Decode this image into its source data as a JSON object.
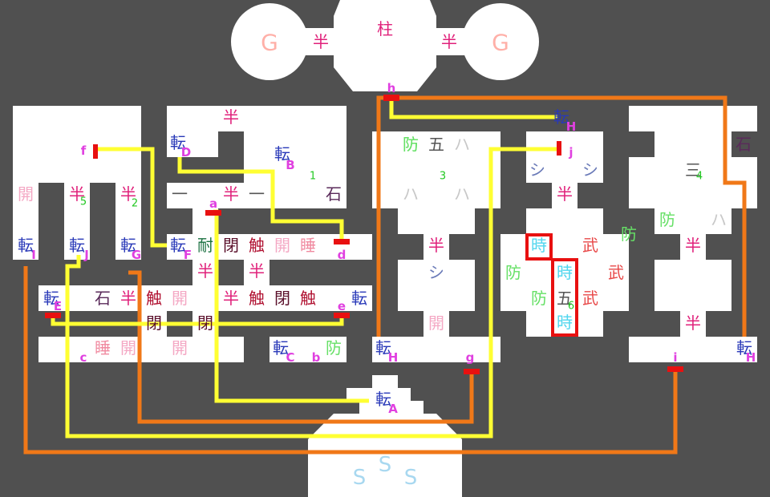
{
  "colors": {
    "background": "#505050",
    "floor": "#ffffff",
    "path_orange": "#f07818",
    "path_yellow": "#ffff33",
    "endpoint_red": "#e81010",
    "highlight_red": "#e81010",
    "teleport_glyph": "#2838b8",
    "teleport_label": "#e040e0",
    "half_glyph": "#e0207a",
    "defense_glyph": "#66e066",
    "open_glyph": "#f4a8c4",
    "dark_open_glyph": "#5a0f2a",
    "touch_glyph": "#b01030",
    "sleep_glyph": "#f08aa0",
    "time_glyph": "#4fd6ee",
    "weapon_glyph": "#e84848",
    "ghost_glyph": "#ffb0a8",
    "spawn_glyph": "#a8d8f0",
    "neutral_glyph": "#555555",
    "stone_glyph": "#5a2a5a",
    "kana_glyph": "#6a7ab8",
    "ha_glyph": "#c8c8c8",
    "resist_glyph": "#1a7040",
    "room_number": "#22c822"
  },
  "tiles": [
    {
      "char": "G",
      "role": "ghost",
      "font": 28
    },
    {
      "char": "半",
      "role": "half",
      "font": 20
    },
    {
      "char": "柱",
      "role": "half",
      "font": 20
    },
    {
      "char": "半",
      "role": "half",
      "font": 20
    },
    {
      "char": "G",
      "role": "ghost",
      "font": 28
    },
    {
      "char": "転",
      "role": "teleport",
      "font": 20
    },
    {
      "char": "半",
      "role": "half",
      "font": 20
    },
    {
      "char": "転",
      "role": "teleport",
      "font": 20
    },
    {
      "char": "転",
      "role": "teleport",
      "font": 20
    },
    {
      "char": "防",
      "role": "defense",
      "font": 20
    },
    {
      "char": "五",
      "role": "neutral",
      "font": 20
    },
    {
      "char": "ハ",
      "role": "ha",
      "font": 20
    },
    {
      "char": "シ",
      "role": "kana",
      "font": 20
    },
    {
      "char": "シ",
      "role": "kana",
      "font": 20
    },
    {
      "char": "石",
      "role": "stone",
      "font": 20
    },
    {
      "char": "三",
      "role": "neutral",
      "font": 20
    },
    {
      "char": "開",
      "role": "open",
      "font": 20
    },
    {
      "char": "半",
      "role": "half",
      "font": 20
    },
    {
      "char": "半",
      "role": "half",
      "font": 20
    },
    {
      "char": "一",
      "role": "neutral",
      "font": 20
    },
    {
      "char": "半",
      "role": "half",
      "font": 20
    },
    {
      "char": "一",
      "role": "neutral",
      "font": 20
    },
    {
      "char": "石",
      "role": "stone",
      "font": 20
    },
    {
      "char": "ハ",
      "role": "ha",
      "font": 20
    },
    {
      "char": "ハ",
      "role": "ha",
      "font": 20
    },
    {
      "char": "半",
      "role": "half",
      "font": 20
    },
    {
      "char": "防",
      "role": "defense",
      "font": 20
    },
    {
      "char": "ハ",
      "role": "ha",
      "font": 20
    },
    {
      "char": "防",
      "role": "defense",
      "font": 20
    },
    {
      "char": "転",
      "role": "teleport",
      "font": 20
    },
    {
      "char": "転",
      "role": "teleport",
      "font": 20
    },
    {
      "char": "転",
      "role": "teleport",
      "font": 20
    },
    {
      "char": "転",
      "role": "teleport",
      "font": 20
    },
    {
      "char": "耐",
      "role": "resist",
      "font": 20
    },
    {
      "char": "閉",
      "role": "dark_open",
      "font": 20
    },
    {
      "char": "触",
      "role": "touch",
      "font": 20
    },
    {
      "char": "開",
      "role": "open",
      "font": 20
    },
    {
      "char": "睡",
      "role": "sleep",
      "font": 20
    },
    {
      "char": "半",
      "role": "half",
      "font": 20
    },
    {
      "char": "時",
      "role": "time",
      "font": 20
    },
    {
      "char": "武",
      "role": "weapon",
      "font": 20
    },
    {
      "char": "半",
      "role": "half",
      "font": 20
    },
    {
      "char": "半",
      "role": "half",
      "font": 20
    },
    {
      "char": "半",
      "role": "half",
      "font": 20
    },
    {
      "char": "シ",
      "role": "kana",
      "font": 20
    },
    {
      "char": "防",
      "role": "defense",
      "font": 20
    },
    {
      "char": "時",
      "role": "time",
      "font": 20
    },
    {
      "char": "武",
      "role": "weapon",
      "font": 20
    },
    {
      "char": "転",
      "role": "teleport",
      "font": 20
    },
    {
      "char": "石",
      "role": "stone",
      "font": 20
    },
    {
      "char": "半",
      "role": "half",
      "font": 20
    },
    {
      "char": "触",
      "role": "touch",
      "font": 20
    },
    {
      "char": "開",
      "role": "open",
      "font": 20
    },
    {
      "char": "半",
      "role": "half",
      "font": 20
    },
    {
      "char": "触",
      "role": "touch",
      "font": 20
    },
    {
      "char": "閉",
      "role": "dark_open",
      "font": 20
    },
    {
      "char": "触",
      "role": "touch",
      "font": 20
    },
    {
      "char": "転",
      "role": "teleport",
      "font": 20
    },
    {
      "char": "防",
      "role": "defense",
      "font": 20
    },
    {
      "char": "五",
      "role": "neutral",
      "font": 20
    },
    {
      "char": "武",
      "role": "weapon",
      "font": 20
    },
    {
      "char": "閉",
      "role": "dark_open",
      "font": 20
    },
    {
      "char": "閉",
      "role": "dark_open",
      "font": 20
    },
    {
      "char": "開",
      "role": "open",
      "font": 20
    },
    {
      "char": "時",
      "role": "time",
      "font": 20
    },
    {
      "char": "半",
      "role": "half",
      "font": 20
    },
    {
      "char": "睡",
      "role": "sleep",
      "font": 20
    },
    {
      "char": "開",
      "role": "open",
      "font": 20
    },
    {
      "char": "開",
      "role": "open",
      "font": 20
    },
    {
      "char": "転",
      "role": "teleport",
      "font": 20
    },
    {
      "char": "防",
      "role": "defense",
      "font": 20
    },
    {
      "char": "転",
      "role": "teleport",
      "font": 20
    },
    {
      "char": "転",
      "role": "teleport",
      "font": 20
    },
    {
      "char": "転",
      "role": "teleport",
      "font": 20
    },
    {
      "char": "S",
      "role": "spawn",
      "font": 26
    },
    {
      "char": "S",
      "role": "spawn",
      "font": 26
    },
    {
      "char": "S",
      "role": "spawn",
      "font": 26
    },
    {
      "char": "防",
      "role": "defense",
      "font": 20
    }
  ],
  "labels": [
    {
      "text": "h"
    },
    {
      "text": "H"
    },
    {
      "text": "f"
    },
    {
      "text": "D"
    },
    {
      "text": "B"
    },
    {
      "text": "j"
    },
    {
      "text": "a"
    },
    {
      "text": "d"
    },
    {
      "text": "I"
    },
    {
      "text": "J"
    },
    {
      "text": "G"
    },
    {
      "text": "F"
    },
    {
      "text": "E"
    },
    {
      "text": "e"
    },
    {
      "text": "c"
    },
    {
      "text": "C"
    },
    {
      "text": "b"
    },
    {
      "text": "H"
    },
    {
      "text": "g"
    },
    {
      "text": "i"
    },
    {
      "text": "H"
    },
    {
      "text": "A"
    }
  ],
  "room_numbers": [
    {
      "text": "1"
    },
    {
      "text": "2"
    },
    {
      "text": "3"
    },
    {
      "text": "4"
    },
    {
      "text": "5"
    },
    {
      "text": "6"
    }
  ]
}
